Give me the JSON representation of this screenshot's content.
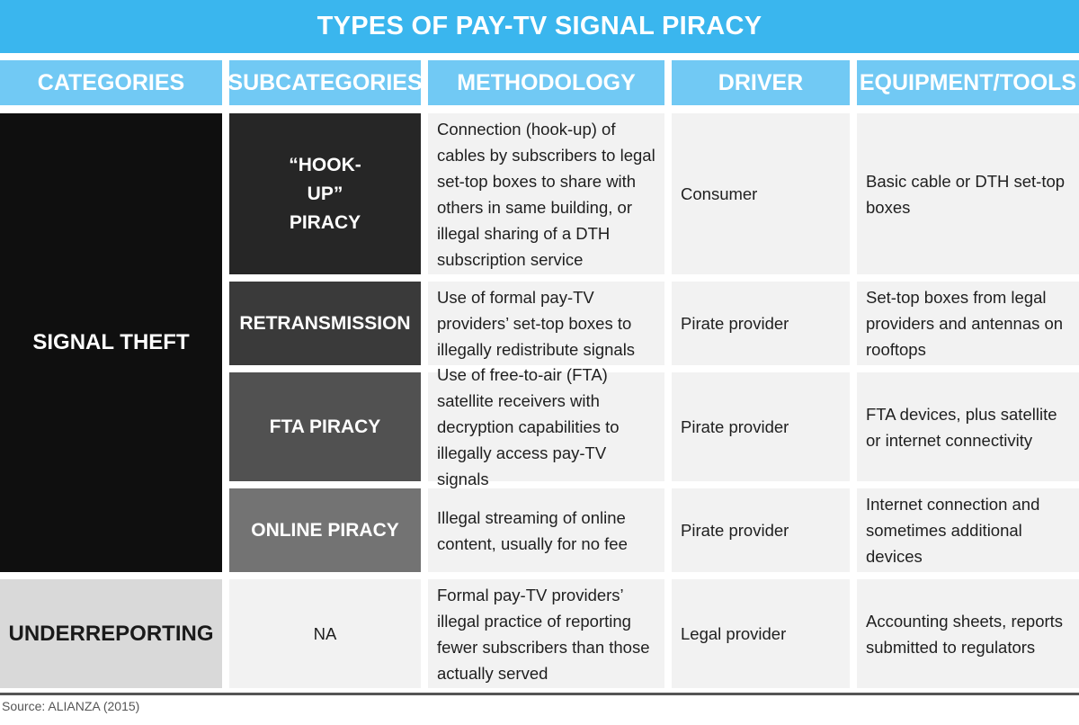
{
  "title": "TYPES OF PAY-TV SIGNAL PIRACY",
  "headers": [
    "CATEGORIES",
    "SUBCATEGORIES",
    "METHODOLOGY",
    "DRIVER",
    "EQUIPMENT/TOOLS"
  ],
  "categories": [
    "SIGNAL THEFT",
    "UNDERREPORTING"
  ],
  "rows": [
    {
      "subcategory": "“HOOK-UP” PIRACY",
      "methodology": "Connection (hook-up) of cables by subscribers to legal set-top boxes to share with others in same building, or illegal sharing of a DTH subscription service",
      "driver": "Consumer",
      "equipment": "Basic cable or DTH set-top boxes"
    },
    {
      "subcategory": "RETRANSMISSION",
      "methodology": "Use of formal pay-TV providers’ set-top boxes to illegally redistribute signals",
      "driver": "Pirate provider",
      "equipment": "Set-top boxes from legal providers and antennas on rooftops"
    },
    {
      "subcategory": "FTA PIRACY",
      "methodology": "Use of free-to-air (FTA) satellite receivers with decryption capabilities to illegally access pay-TV signals",
      "driver": "Pirate provider",
      "equipment": "FTA devices, plus satellite or internet connectivity"
    },
    {
      "subcategory": "ONLINE PIRACY",
      "methodology": "Illegal streaming of online content, usually for no fee",
      "driver": "Pirate provider",
      "equipment": "Internet connection and sometimes additional devices"
    },
    {
      "subcategory": "NA",
      "methodology": "Formal pay-TV providers’ illegal practice of reporting fewer subscribers than those actually served",
      "driver": "Legal provider",
      "equipment": "Accounting sheets, reports submitted to regulators"
    }
  ],
  "source": "Source: ALIANZA (2015)",
  "colors": {
    "title_bg": "#3ab6ee",
    "header_bg": "#71c9f4",
    "signal_theft_bg": "#0f0f0f",
    "hookup_bg": "#262626",
    "retransmission_bg": "#3a3a3a",
    "fta_bg": "#515151",
    "online_bg": "#737373",
    "underreporting_bg": "#d9d9d9",
    "cell_bg": "#f2f2f2"
  }
}
